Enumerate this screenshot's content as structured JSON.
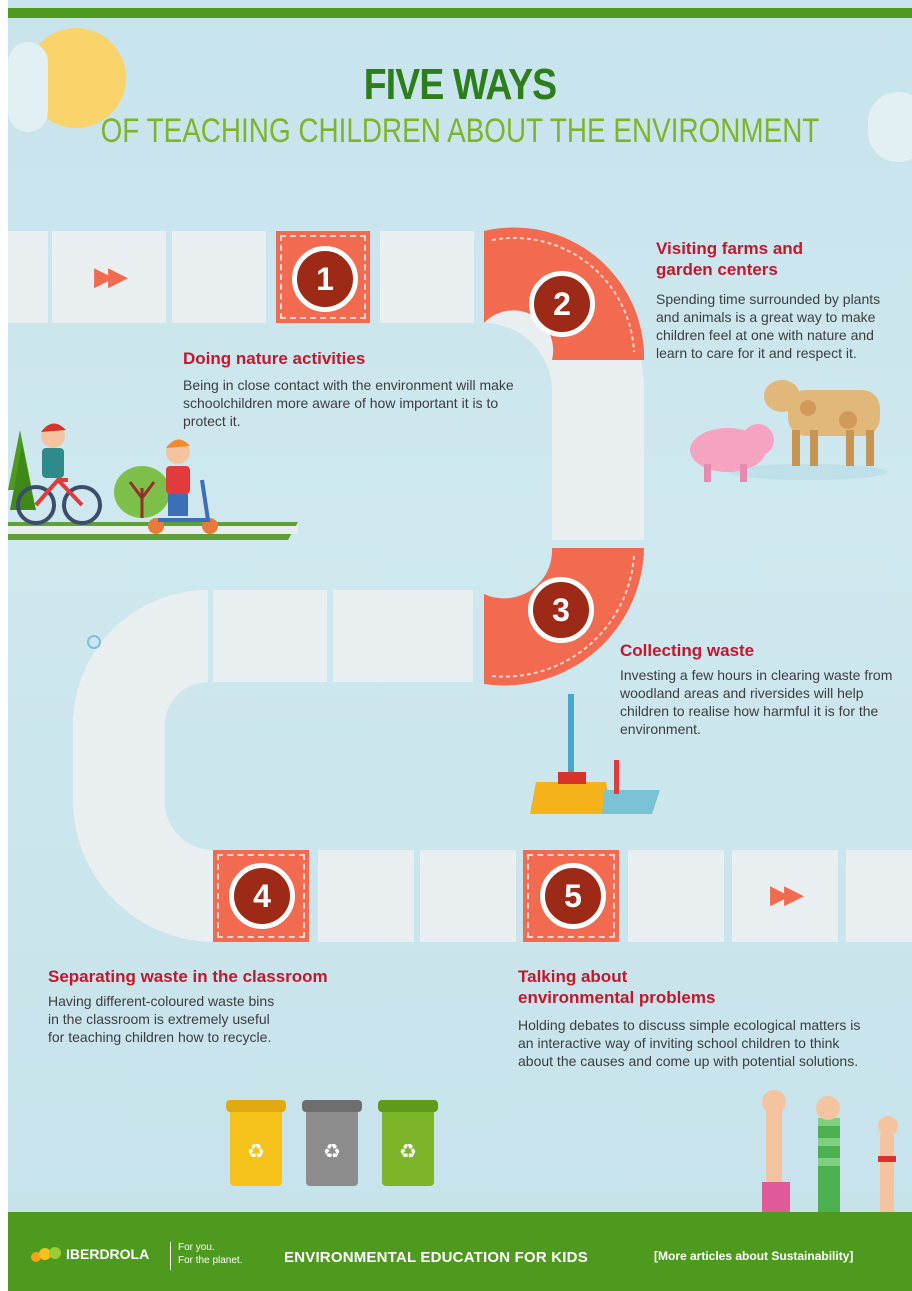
{
  "header": {
    "title": "FIVE WAYS",
    "subtitle": "OF TEACHING CHILDREN ABOUT THE ENVIRONMENT"
  },
  "steps": [
    {
      "number": "1",
      "title": "Doing nature activities",
      "body": "Being in close contact with the environment will make schoolchildren more aware of how important it is to protect it."
    },
    {
      "number": "2",
      "title": "Visiting farms and garden centers",
      "body": "Spending time surrounded by plants and animals is a great way to make children feel at one with nature and learn to care for it and respect it."
    },
    {
      "number": "3",
      "title": "Collecting waste",
      "body": "Investing a few hours in clearing waste from woodland areas and riversides will help children to realise how harmful it is for the environment."
    },
    {
      "number": "4",
      "title": "Separating waste in the classroom",
      "body": "Having different-coloured waste bins in the classroom is extremely useful for teaching children how to recycle."
    },
    {
      "number": "5",
      "title": "Talking about environmental problems",
      "body": "Holding debates to discuss simple ecological matters is an interactive way of inviting school children to think about the causes and come up with potential solutions."
    }
  ],
  "footer": {
    "brand": "IBERDROLA",
    "tagline_1": "For you.",
    "tagline_2": "For the planet.",
    "title": "ENVIRONMENTAL EDUCATION FOR KIDS",
    "link": "[More articles about Sustainability]"
  },
  "colors": {
    "accent_red": "#f26a4f",
    "title_green": "#2e7d1b",
    "subtitle_green": "#7db52a",
    "heading_red": "#c4172c",
    "footer_green": "#4e9a1f"
  }
}
